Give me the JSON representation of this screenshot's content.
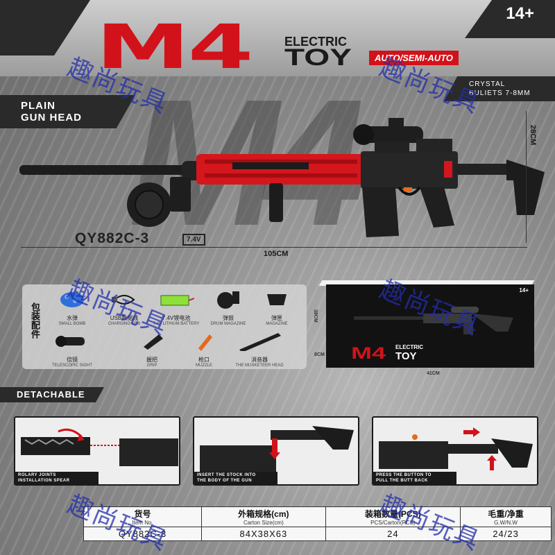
{
  "header": {
    "age_rating": "14+",
    "product_title": "M4",
    "electric_label": "ELECTRIC",
    "toy_label": "TOY",
    "mode_label": "AUTO/SEMI-AUTO"
  },
  "hero": {
    "plain_head_line1": "PLAIN",
    "plain_head_line2": "GUN HEAD",
    "crystal_line1": "CRYSTAL",
    "crystal_line2": "BULIETS 7-8MM",
    "model_number": "QY882C-3",
    "battery_voltage": "7.4V",
    "length_label": "105CM",
    "height_label": "28CM"
  },
  "accessories": {
    "title": "包装配件",
    "items": [
      {
        "cn": "水弹",
        "en": "SMALL BOMB"
      },
      {
        "cn": "USB数据线",
        "en": "CHARGING USB"
      },
      {
        "cn": "7.4V锂电池",
        "en": "7.4V LITHIUM BATTERY"
      },
      {
        "cn": "弹鼓",
        "en": "DRUM MAGAZINE"
      },
      {
        "cn": "弹匣",
        "en": "MAGAZINE"
      },
      {
        "cn": "倍镜",
        "en": "TELESCOPIC SIGHT"
      },
      {
        "cn": "握把",
        "en": "GRIP"
      },
      {
        "cn": "枪口",
        "en": "MUZZLE"
      },
      {
        "cn": "消音器",
        "en": "THE MUSKETEER HEAD"
      }
    ]
  },
  "box": {
    "height_label": "38CM",
    "depth_label": "8CM",
    "width_label": "41CM",
    "age_rating": "14+",
    "title": "M4",
    "electric_label": "ELECTRIC",
    "toy_label": "TOY"
  },
  "detachable_label": "DETACHABLE",
  "steps": [
    {
      "caption_line1": "ROLARY JOINTS",
      "caption_line2": "INSTALLATION SPEAR"
    },
    {
      "caption_line1": "INSERT THE STOCK INTO",
      "caption_line2": "THE BODY OF THE GUN"
    },
    {
      "caption_line1": "PRESS THE BUTTON TO",
      "caption_line2": "PULL THE BUTT BACK"
    }
  ],
  "spec_table": {
    "headers": [
      {
        "cn": "货号",
        "en": "Item No."
      },
      {
        "cn": "外箱规格(cm)",
        "en": "Carton Size(cm)"
      },
      {
        "cn": "装箱数量(PCS)",
        "en": "PCS/Carton(PCS)"
      },
      {
        "cn": "毛重/净重",
        "en": "G.W/N.W"
      }
    ],
    "row": [
      "QY882C-3",
      "84X38X63",
      "24",
      "24/23"
    ]
  },
  "watermark": "趣尚玩具",
  "colors": {
    "accent_red": "#d2121a",
    "dark": "#2a2a2a",
    "watermark_blue": "#232daa"
  }
}
